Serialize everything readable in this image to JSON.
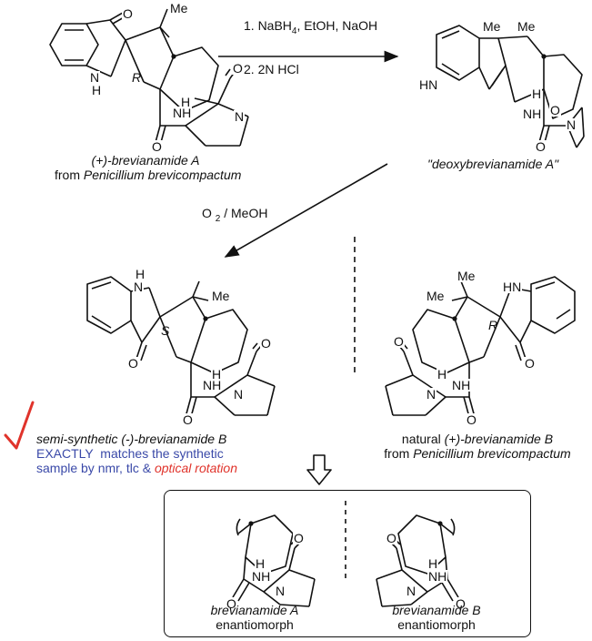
{
  "reagents": {
    "step1": "1. NaBH",
    "step1_sub": "4",
    "step1_rest": ", EtOH, NaOH",
    "step2": "2. 2N HCl",
    "oxidation_a": "O",
    "oxidation_sub": "2",
    "oxidation_b": " / MeOH"
  },
  "compounds": {
    "brevianamide_a": {
      "name": "(+)-brevianamide A",
      "source_prefix": "from ",
      "source_species": "Penicillium brevicompactum"
    },
    "deoxy": {
      "name": "\"deoxybrevianamide A\""
    },
    "semi_b": {
      "name": "semi-synthetic (-)-brevianamide B",
      "line2_em": "EXACTLY",
      "line2_rest": "  matches the synthetic",
      "line3_prefix": "sample by nmr, tlc & ",
      "line3_em": "optical rotation"
    },
    "natural_b": {
      "name_prefix": "natural ",
      "name_em": "(+)-brevianamide B",
      "source_prefix": "from ",
      "source_species": "Penicillium brevicompactum"
    }
  },
  "enantiomorphs": {
    "left_name": "brevianamide A",
    "left_sub": "enantiomorph",
    "right_name": "brevianamide B",
    "right_sub": "enantiomorph"
  },
  "atoms": {
    "O": "O",
    "Me": "Me",
    "NH": "NH",
    "H": "H",
    "N": "N",
    "HN": "HN",
    "R": "R",
    "S": "S"
  },
  "colors": {
    "blue_text": "#3a49a8",
    "red_text": "#e0332b",
    "checkmark": "#e0332b"
  }
}
